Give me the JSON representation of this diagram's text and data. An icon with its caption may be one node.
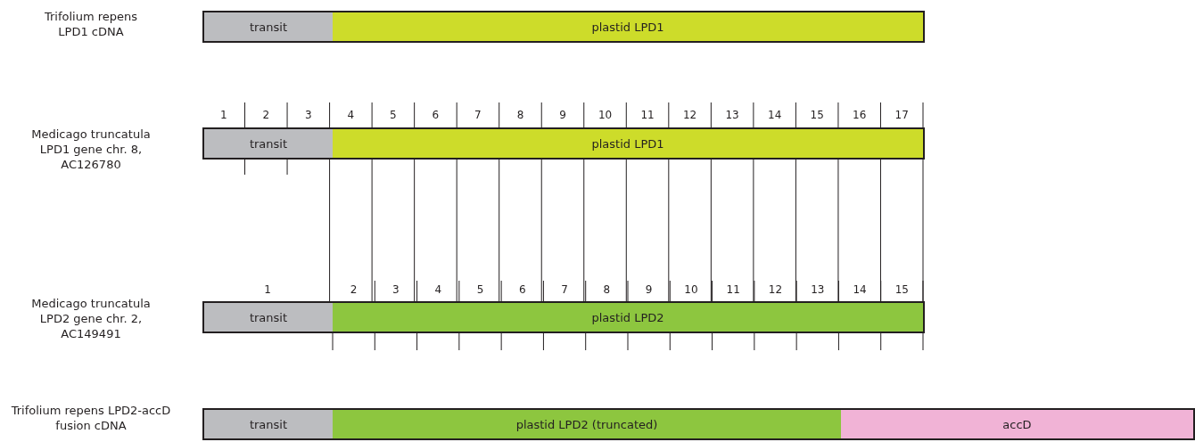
{
  "diagram": {
    "nodes": [
      {
        "text": [
          "transit"
        ]
      },
      {
        "text": [
          "plastid LPD1"
        ]
      },
      {
        "text": [
          "transit"
        ]
      },
      {
        "text": [
          "plastid LPD1"
        ]
      },
      {
        "text": [
          "transit"
        ]
      },
      {
        "text": [
          "plastid LPD2"
        ]
      },
      {
        "text": [
          "transit"
        ]
      },
      {
        "text": [
          "plastid LPD2 (truncated)"
        ]
      },
      {
        "text": [
          "accD"
        ]
      }
    ],
    "labels": [
      "Trifolium repens LPD1 cDNA",
      "1",
      "2",
      "3",
      "4",
      "5",
      "6",
      "7",
      "8",
      "9",
      "10",
      "11",
      "12",
      "13",
      "14",
      "15",
      "16",
      "17",
      "Medicago truncatula LPD1 gene chr. 8, AC126780",
      "1",
      "2",
      "3",
      "4",
      "5",
      "6",
      "7",
      "8",
      "9",
      "10",
      "11",
      "12",
      "13",
      "14",
      "15",
      "Medicago truncatula LPD2 gene chr. 2, AC149491",
      "Trifolium repens LPD2-accD fusion cDNA"
    ]
  }
}
